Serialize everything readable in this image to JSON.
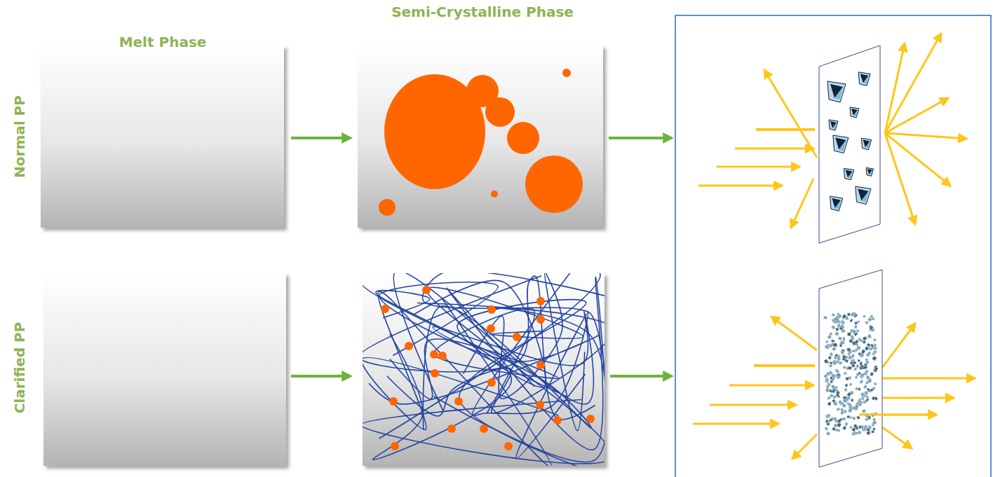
{
  "diagram": {
    "labels": [
      "Melt Phase",
      "Semi-Crystalline Phase",
      "Normal PP",
      "Clarified PP"
    ]
  }
}
